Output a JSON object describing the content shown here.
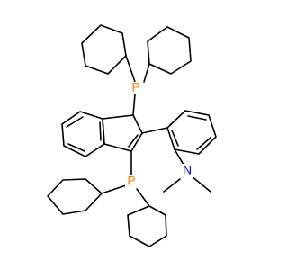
{
  "colors": {
    "background": "#ffffff",
    "bond": "#000000",
    "phosphorus": "#ff8000",
    "nitrogen": "#0000ff"
  },
  "atoms": {
    "p_top": "P",
    "p_bottom": "P",
    "n": "N"
  }
}
